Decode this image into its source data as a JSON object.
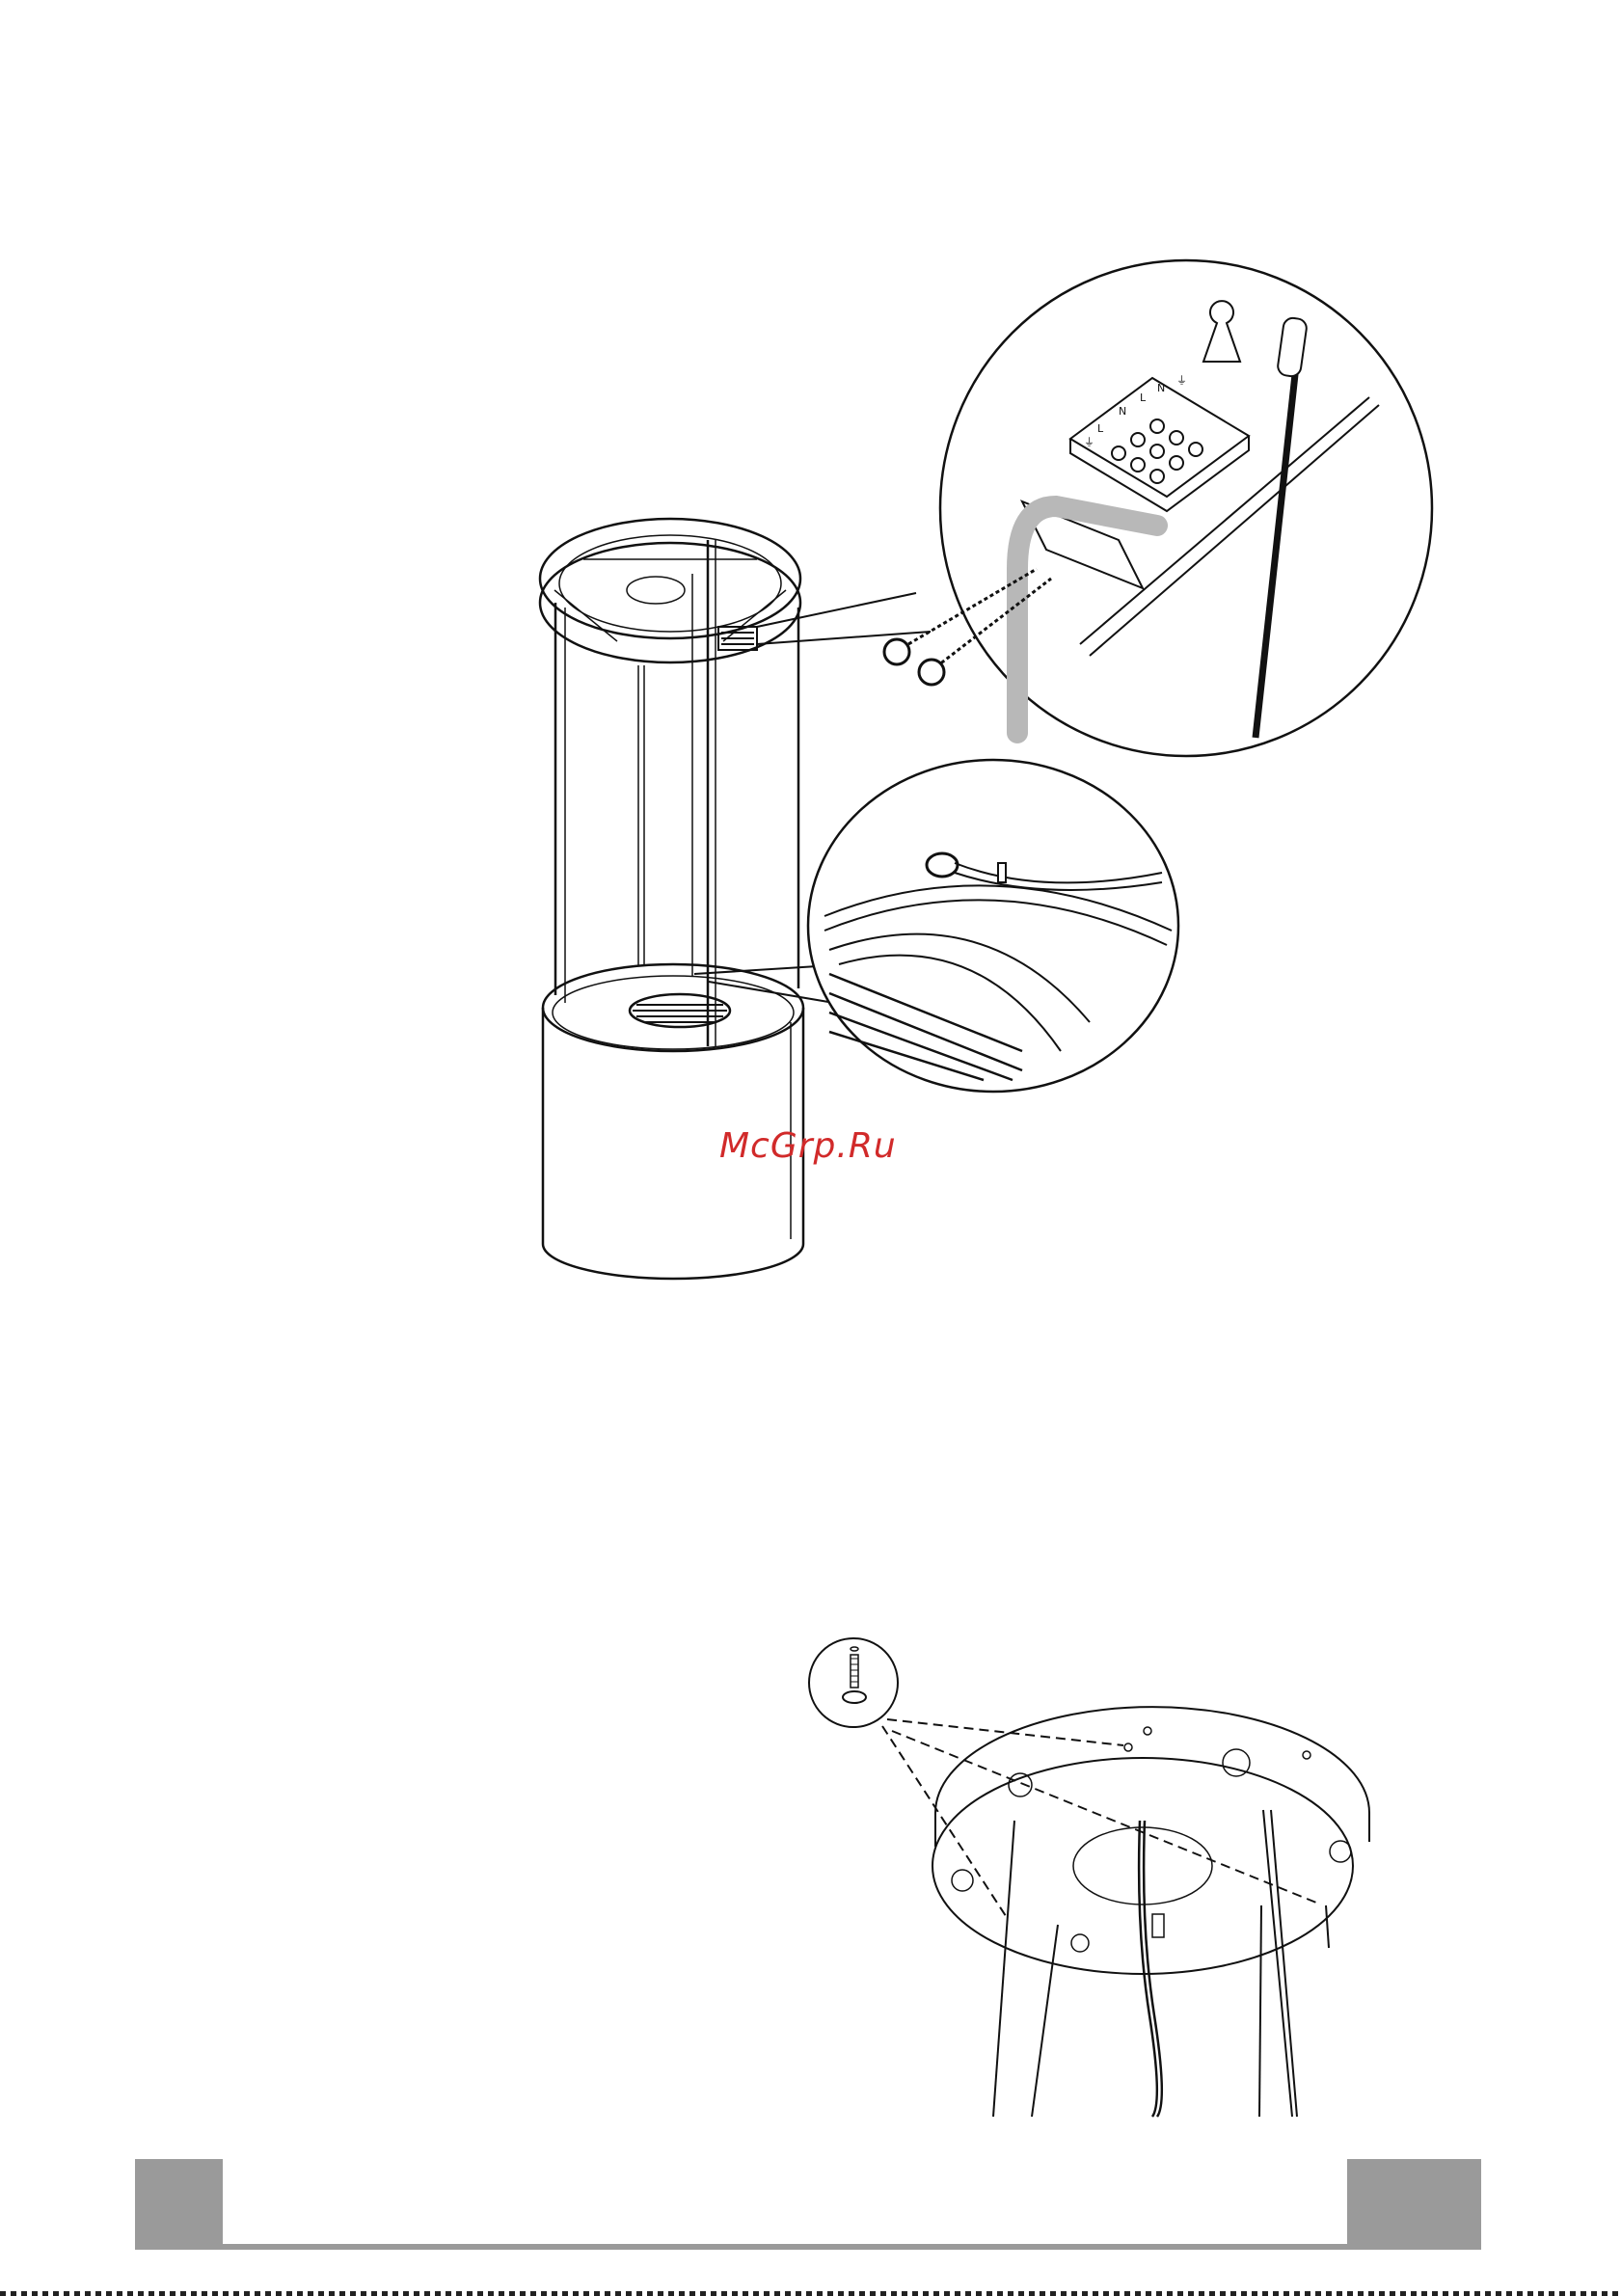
{
  "watermark": {
    "text": "McGrp.Ru",
    "color": "#d12a2a"
  },
  "terminal_block": {
    "labels": [
      "L",
      "N",
      "L",
      "N",
      "⏚",
      "⏚"
    ]
  },
  "colors": {
    "line": "#111111",
    "cable_grey": "#b8b8b8",
    "footer_grey": "#9a9a9a",
    "watermark_red": "#d12a2a"
  },
  "icons": [
    "screw-icon",
    "terminal-block-icon",
    "cable-clamp-icon",
    "keyhole-slot-icon"
  ]
}
